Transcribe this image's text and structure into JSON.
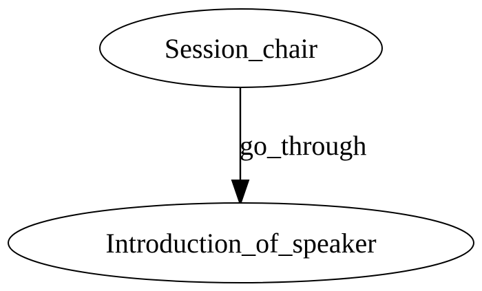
{
  "diagram": {
    "nodes": [
      {
        "id": "session-chair",
        "label": "Session_chair"
      },
      {
        "id": "introduction-of-speaker",
        "label": "Introduction_of_speaker"
      }
    ],
    "edges": [
      {
        "from": "session-chair",
        "to": "introduction-of-speaker",
        "label": "go_through"
      }
    ]
  }
}
